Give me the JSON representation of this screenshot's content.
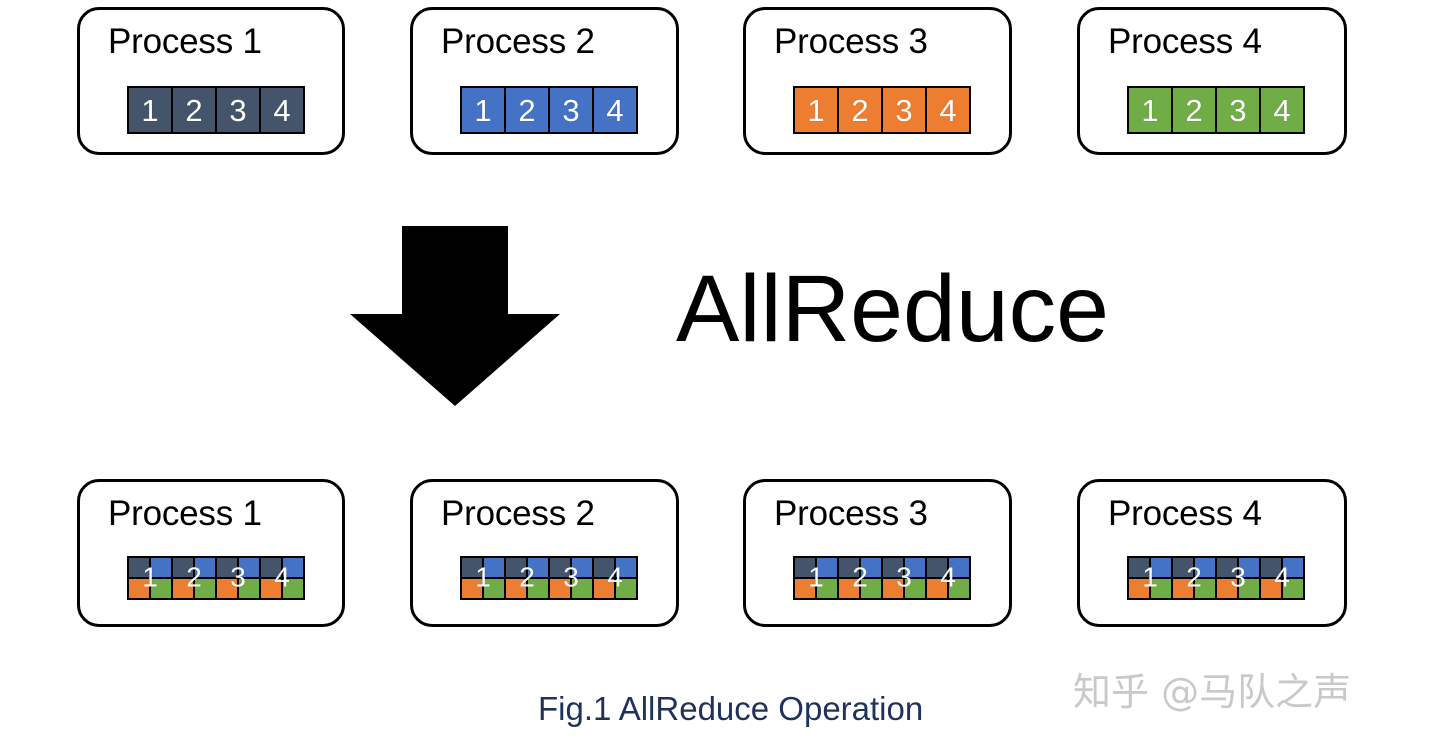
{
  "figure": {
    "caption": "Fig.1 AllReduce Operation",
    "operation_label": "AllReduce",
    "watermark": "知乎 @马队之声",
    "arrow_icon": "down-arrow-icon"
  },
  "colors": {
    "process1": "#44546A",
    "process2": "#4472C4",
    "process3": "#ED7D31",
    "process4": "#70AD47",
    "card_border": "#000000",
    "background": "#FFFFFF",
    "caption_text": "#1F3259",
    "watermark_text": "#C9C9C9",
    "arrow": "#000000",
    "cell_text": "#FFFFFF"
  },
  "before": {
    "row_label": "input-row",
    "processes": [
      {
        "title": "Process 1",
        "color": "#44546A",
        "cells": [
          "1",
          "2",
          "3",
          "4"
        ]
      },
      {
        "title": "Process 2",
        "color": "#4472C4",
        "cells": [
          "1",
          "2",
          "3",
          "4"
        ]
      },
      {
        "title": "Process 3",
        "color": "#ED7D31",
        "cells": [
          "1",
          "2",
          "3",
          "4"
        ]
      },
      {
        "title": "Process 4",
        "color": "#70AD47",
        "cells": [
          "1",
          "2",
          "3",
          "4"
        ]
      }
    ]
  },
  "after": {
    "row_label": "output-row",
    "quadrant_colors": [
      "#44546A",
      "#4472C4",
      "#ED7D31",
      "#70AD47"
    ],
    "processes": [
      {
        "title": "Process 1",
        "cells": [
          "1",
          "2",
          "3",
          "4"
        ]
      },
      {
        "title": "Process 2",
        "cells": [
          "1",
          "2",
          "3",
          "4"
        ]
      },
      {
        "title": "Process 3",
        "cells": [
          "1",
          "2",
          "3",
          "4"
        ]
      },
      {
        "title": "Process 4",
        "cells": [
          "1",
          "2",
          "3",
          "4"
        ]
      }
    ]
  }
}
